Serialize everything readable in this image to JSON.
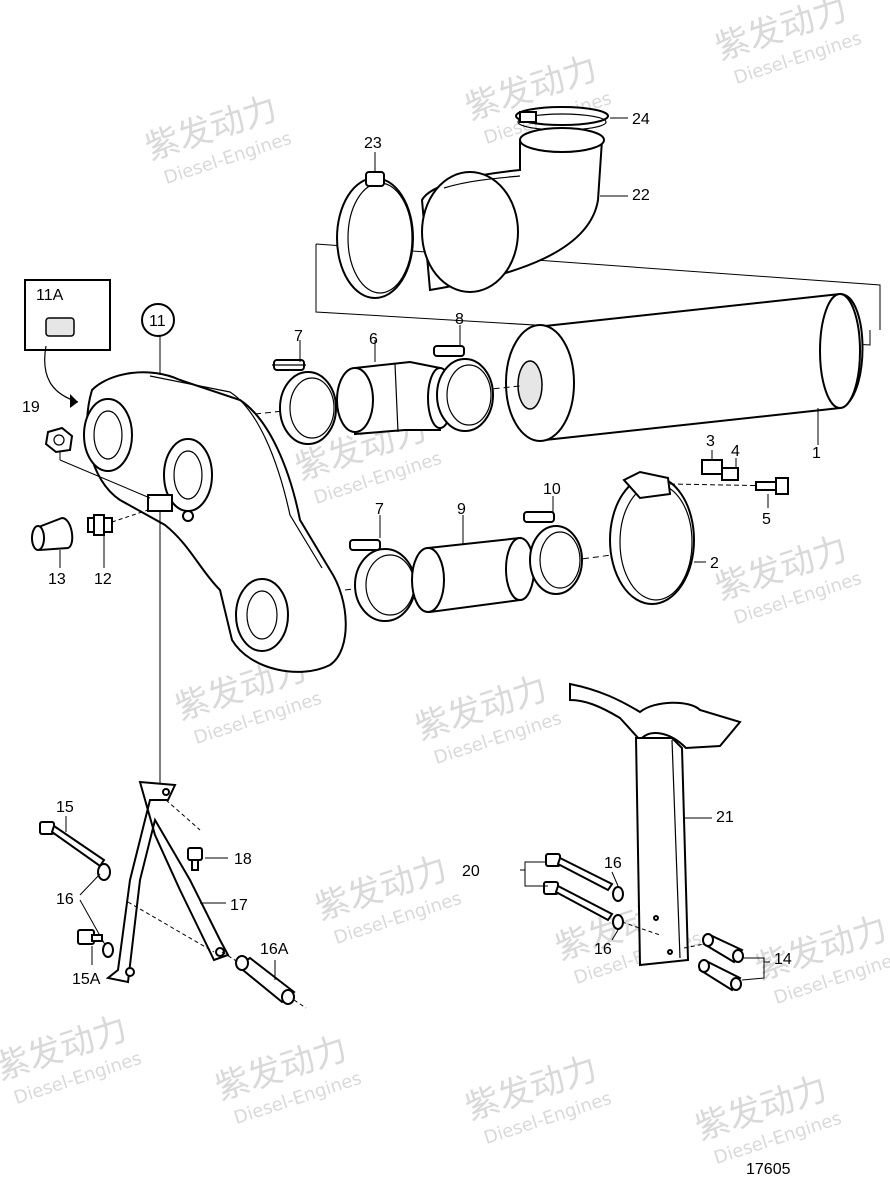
{
  "watermark": {
    "brand": "紫发动力",
    "sub": "Diesel-Engines"
  },
  "drawing_number": "17605",
  "callouts": {
    "c1": "1",
    "c2": "2",
    "c3": "3",
    "c4": "4",
    "c5": "5",
    "c6": "6",
    "c7a": "7",
    "c7b": "7",
    "c8": "8",
    "c9": "9",
    "c10": "10",
    "c11": "11",
    "c11a": "11A",
    "c12": "12",
    "c13": "13",
    "c14": "14",
    "c15": "15",
    "c15a": "15A",
    "c16a": "16",
    "c16b": "16",
    "c16c": "16",
    "c16d": "16A",
    "c17": "17",
    "c18": "18",
    "c19": "19",
    "c20": "20",
    "c21": "21",
    "c22": "22",
    "c23": "23",
    "c24": "24"
  }
}
